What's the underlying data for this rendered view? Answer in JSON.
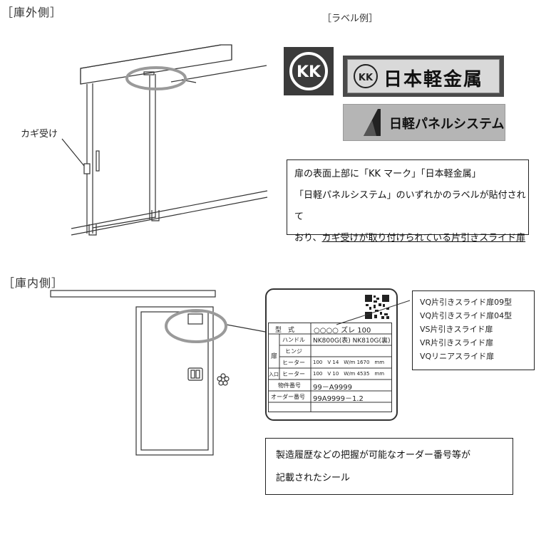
{
  "outside": {
    "heading": "［庫外側］",
    "key_receiver_label": "カギ受け"
  },
  "labels": {
    "heading": "［ラベル例］",
    "kk_mark": "KK",
    "nikkei_kinzoku": "日本軽金属",
    "nikkei_panel": "日軽パネルシステム"
  },
  "note_top": {
    "line1": "扉の表面上部に「KK マーク」「日本軽金属」",
    "line2": "「日軽パネルシステム」のいずれかのラベルが貼付されて",
    "line3_plain": "おり、",
    "line3_underlined": "カギ受けが取り付けられている片引きスライド扉"
  },
  "inside": {
    "heading": "［庫内側］"
  },
  "nameplate": {
    "model_label": "型　式",
    "model_value": "○○○○ ズレ 100",
    "door_label": "扉",
    "handle_label": "ハンドル",
    "handle_value": "NK800G(表) NK810G(裏)",
    "hinge_label": "ヒンジ",
    "hinge_value": "",
    "heater_label": "ヒーター",
    "heater_value": "100　V 14　W/m 1670　mm",
    "entrance_label": "入口",
    "entrance_heater_label": "ヒーター",
    "entrance_heater_value": "100　V 10　W/m 4535　mm",
    "property_label": "物件番号",
    "property_value": "99－A9999",
    "order_label": "オーダー番号",
    "order_value": "99A9999－1.2"
  },
  "models": [
    "VQ片引きスライド扉09型",
    "VQ片引きスライド扉04型",
    "VS片引きスライド扉",
    "VR片引きスライド扉",
    "VQリニアスライド扉"
  ],
  "note_bottom": {
    "line1": "製造履歴などの把握が可能なオーダー番号等が",
    "line2": "記載されたシール"
  }
}
